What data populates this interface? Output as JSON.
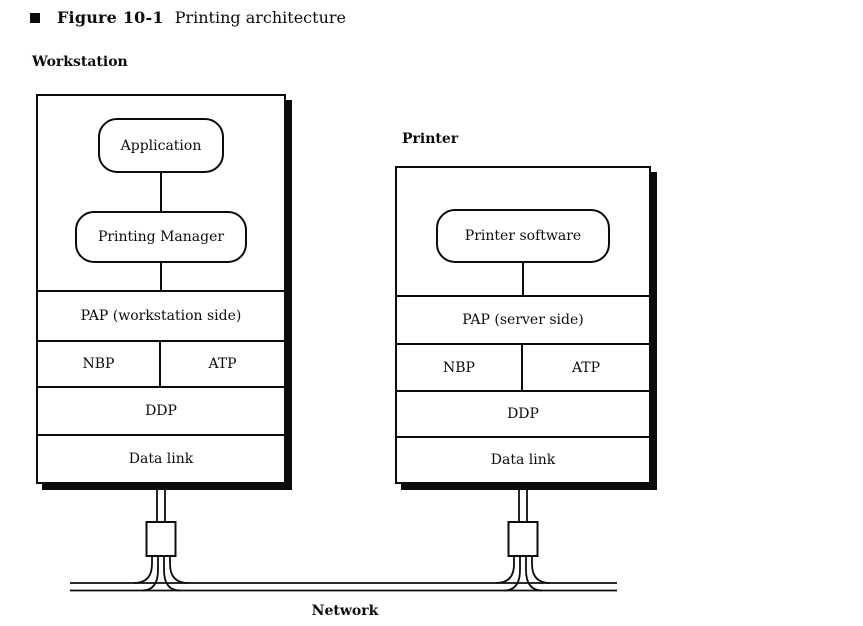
{
  "figure": {
    "label": "Figure 10-1",
    "title": "Printing architecture"
  },
  "workstation": {
    "heading": "Workstation",
    "application": "Application",
    "printing_manager": "Printing Manager",
    "pap": "PAP (workstation side)",
    "nbp": "NBP",
    "atp": "ATP",
    "ddp": "DDP",
    "data_link": "Data link"
  },
  "printer": {
    "heading": "Printer",
    "printer_software": "Printer software",
    "pap": "PAP (server side)",
    "nbp": "NBP",
    "atp": "ATP",
    "ddp": "DDP",
    "data_link": "Data link"
  },
  "network": {
    "label": "Network"
  },
  "icons": {
    "caption_bullet": "square-bullet-icon",
    "connectors": "network-connector-icon"
  },
  "colors": {
    "ink": "#0c0c0c",
    "paper": "#ffffff"
  }
}
